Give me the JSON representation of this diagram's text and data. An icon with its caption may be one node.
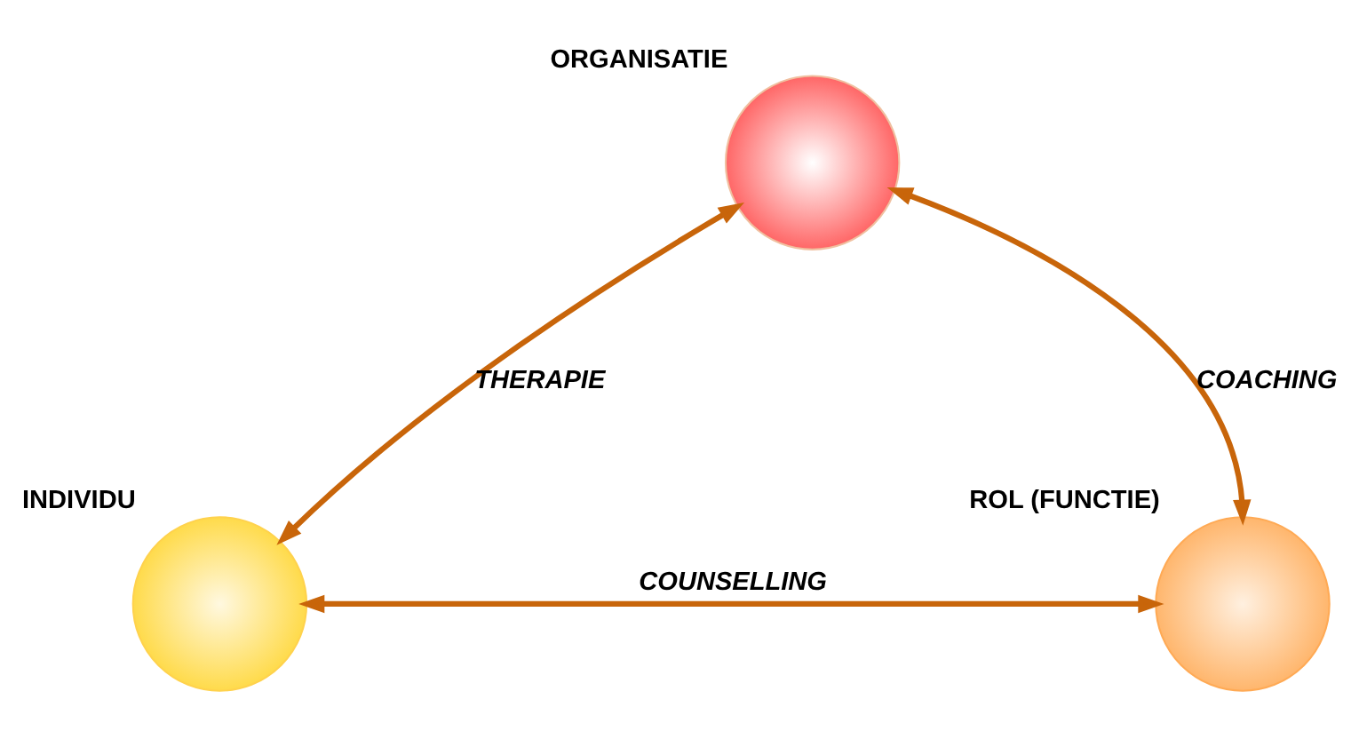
{
  "diagram": {
    "nodes": [
      {
        "text": [
          "ORGANISATIE"
        ]
      },
      {
        "text": [
          "INDIVIDU"
        ]
      },
      {
        "text": [
          "ROL (FUNCTIE)"
        ]
      }
    ],
    "edges": [
      {
        "from": 1,
        "to": 0,
        "arrow": "both",
        "label": "THERAPIE"
      },
      {
        "from": 0,
        "to": 2,
        "arrow": "both",
        "label": "COACHING"
      },
      {
        "from": 1,
        "to": 2,
        "arrow": "both",
        "label": "COUNSELLING"
      }
    ]
  }
}
